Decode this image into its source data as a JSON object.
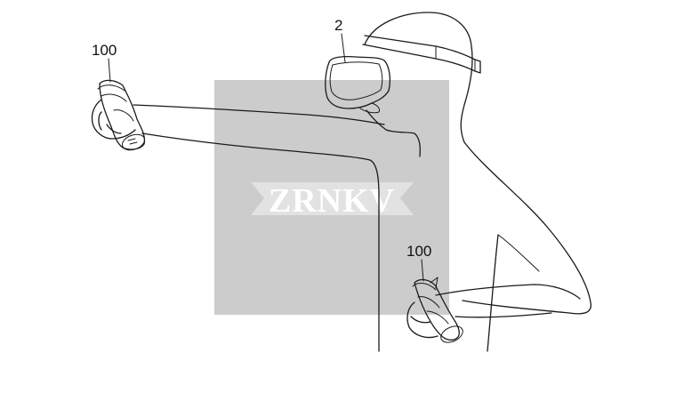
{
  "labels": {
    "headset_ref": "2",
    "controller_ref_upper": "100",
    "controller_ref_lower": "100"
  },
  "watermark": {
    "text": "ZRNKV",
    "box_color": "#cccccc"
  },
  "colors": {
    "ink": "#1a1a1a",
    "background": "#ffffff"
  }
}
